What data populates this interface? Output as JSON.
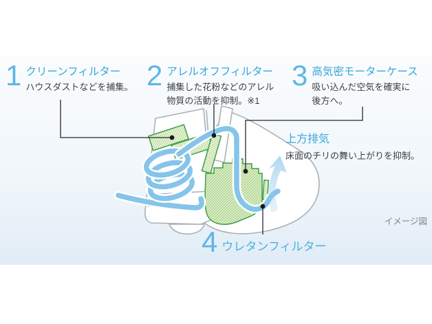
{
  "diagram": {
    "note": "イメージ図",
    "callouts": [
      {
        "number": "1",
        "title": "クリーンフィルター",
        "description": "ハウスダストなどを捕集。"
      },
      {
        "number": "2",
        "title": "アレルオフフィルター",
        "description": "捕集した花粉などのアレル物質の活動を抑制。※1"
      },
      {
        "number": "3",
        "title": "高気密モーターケース",
        "description": "吸い込んだ空気を確実に後方へ。"
      },
      {
        "number": "4",
        "title": "ウレタンフィルター",
        "description": ""
      }
    ],
    "exhaust": {
      "title": "上方排気",
      "description": "床面のチリの舞い上がりを抑制。"
    },
    "illustration_parts": [
      "clean-filter",
      "allergen-off-filter",
      "high-airtight-motor-case",
      "urethane-filter",
      "airflow-path",
      "upward-exhaust-arrow"
    ],
    "colors": {
      "accent_blue": "#39a7d8",
      "number_blue": "#5fb6e6",
      "text_dark": "#3c4146",
      "note_gray": "#7f868d",
      "filter_green_border": "#3f9e4b",
      "filter_green_fill": "#eef6df",
      "airflow_blue": "#86c4e9",
      "body_outline": "#abb1b6",
      "band_top": "#fafcfe",
      "band_bottom": "#e0ebf5"
    }
  }
}
